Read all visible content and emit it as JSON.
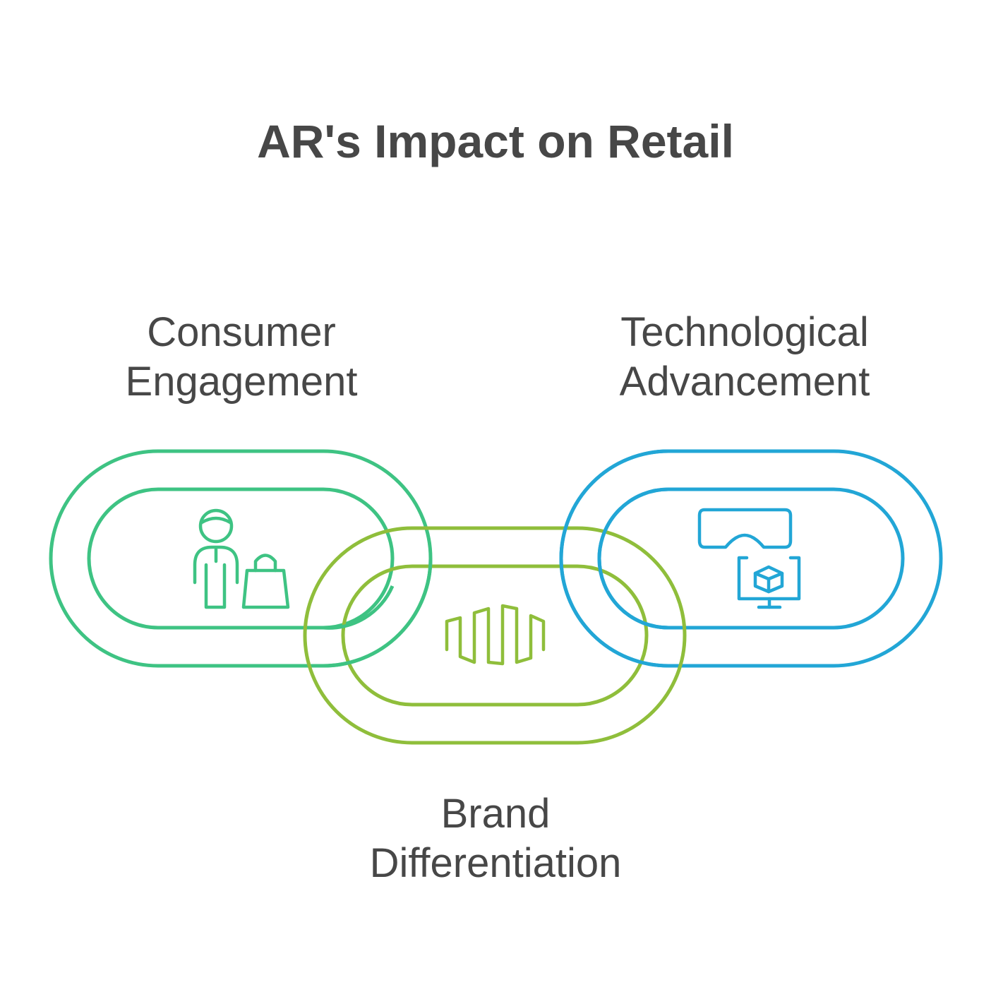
{
  "title": "AR's Impact on Retail",
  "links": [
    {
      "id": "consumer-engagement",
      "label_lines": [
        "Consumer",
        "Engagement"
      ],
      "color": "#3ec383",
      "icon": "shopper-with-bag-icon"
    },
    {
      "id": "brand-differentiation",
      "label_lines": [
        "Brand",
        "Differentiation"
      ],
      "color": "#8fbe3b",
      "icon": "sound-wave-icon"
    },
    {
      "id": "technological-advancement",
      "label_lines": [
        "Technological",
        "Advancement"
      ],
      "color": "#22a6d6",
      "icon": "vr-headset-3d-monitor-icon"
    }
  ]
}
